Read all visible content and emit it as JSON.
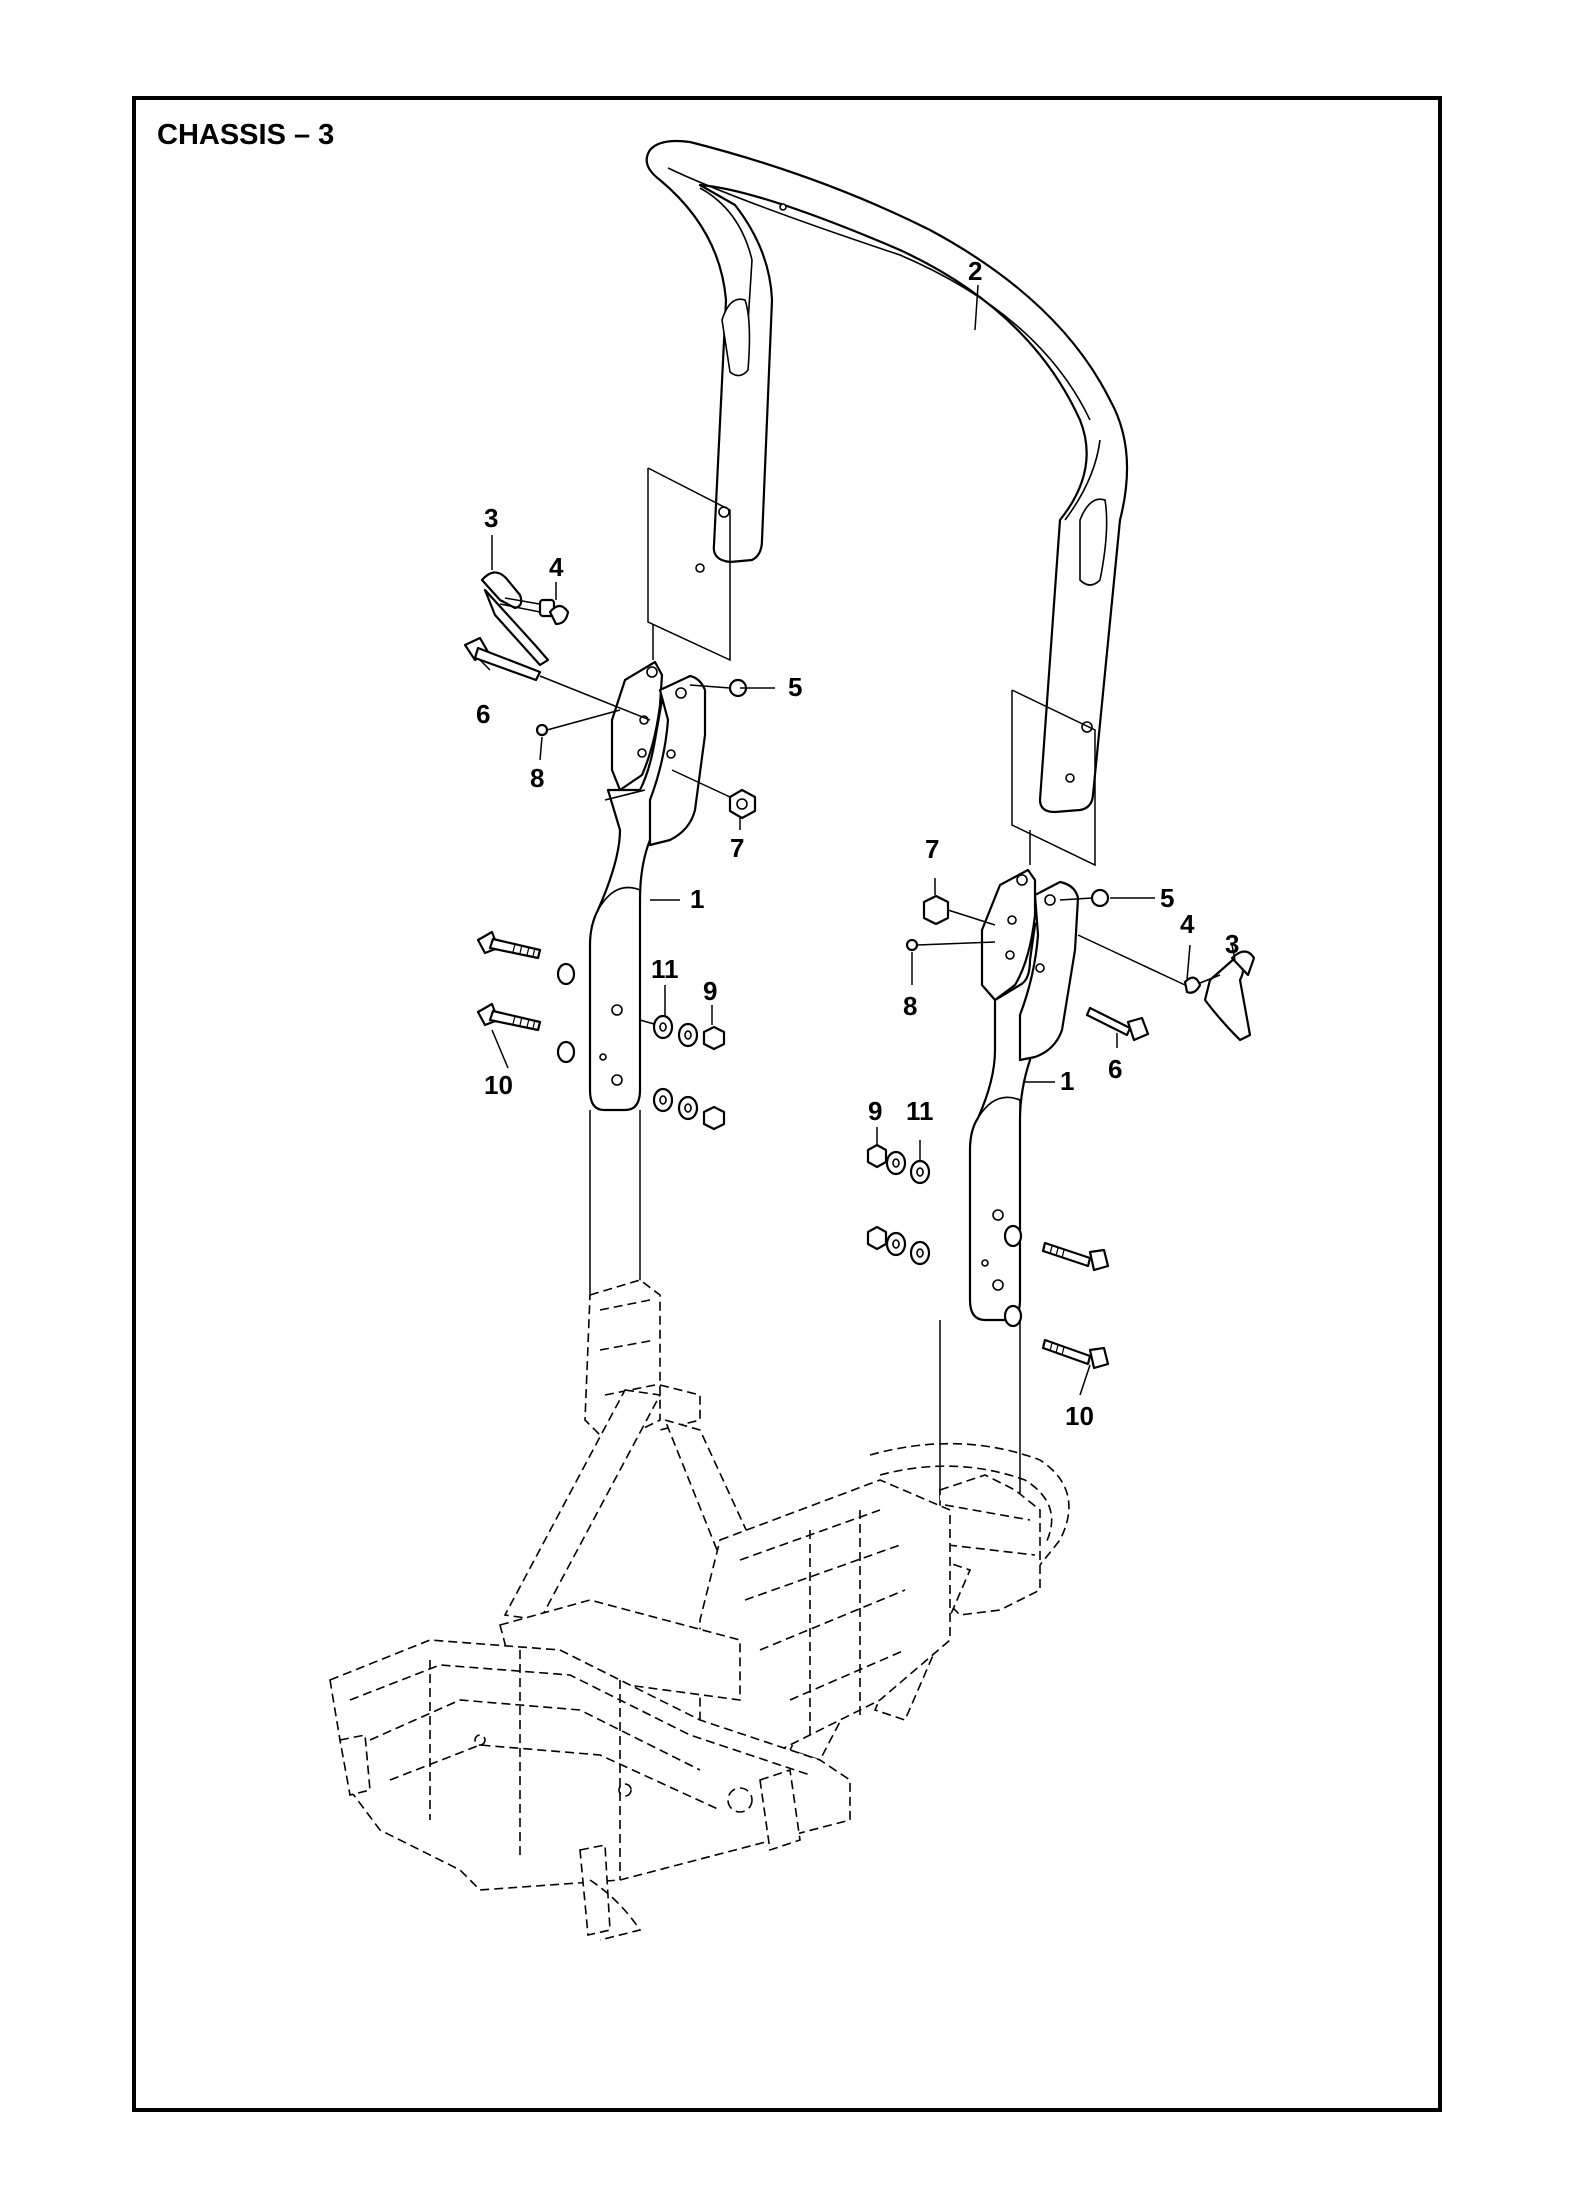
{
  "page": {
    "title": "CHASSIS – 3"
  },
  "callouts": {
    "c1_left": "1",
    "c1_right": "1",
    "c2": "2",
    "c3_left": "3",
    "c3_right": "3",
    "c4_left": "4",
    "c4_right": "4",
    "c5_left": "5",
    "c5_right": "5",
    "c6_left": "6",
    "c6_right": "6",
    "c7_left": "7",
    "c7_right": "7",
    "c8_left": "8",
    "c8_right": "8",
    "c9_left": "9",
    "c9_right": "9",
    "c10_left": "10",
    "c10_right": "10",
    "c11_left": "11",
    "c11_right": "11"
  }
}
